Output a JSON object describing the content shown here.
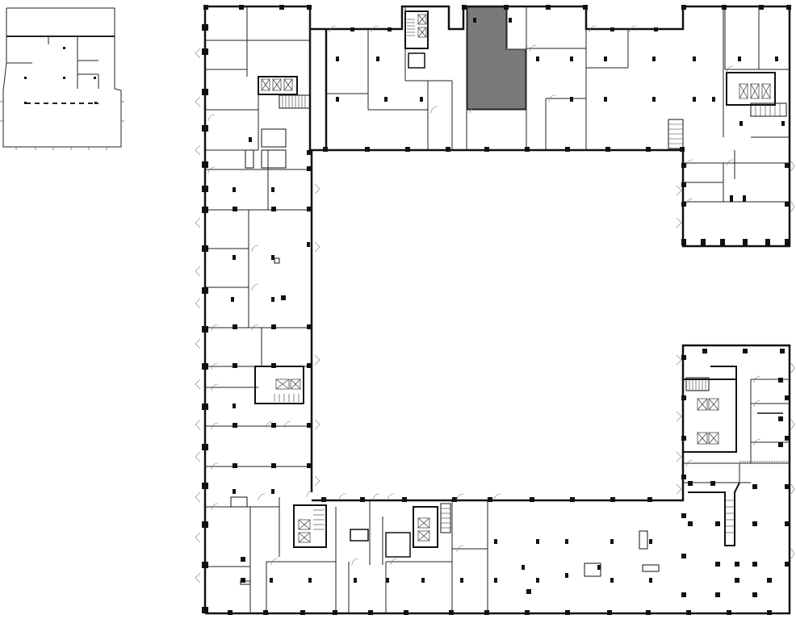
{
  "plan": {
    "colors": {
      "wall": "#111111",
      "thin_line": "#444444",
      "highlight": "#7a7a7a",
      "background": "#ffffff"
    },
    "icons": [
      "door-swing-icon",
      "column-icon",
      "elevator-icon",
      "stair-icon",
      "window-mark-icon"
    ],
    "rooms": [
      {
        "id": "office-a1",
        "label": ""
      },
      {
        "id": "office-a2",
        "label": ""
      },
      {
        "id": "office-top-1",
        "label": ""
      },
      {
        "id": "office-top-2",
        "label": ""
      },
      {
        "id": "office-top-3",
        "label": ""
      },
      {
        "id": "office-top-4",
        "label": ""
      },
      {
        "id": "office-highlighted",
        "label": ""
      },
      {
        "id": "office-top-5",
        "label": ""
      },
      {
        "id": "office-top-6",
        "label": ""
      },
      {
        "id": "office-top-7",
        "label": ""
      },
      {
        "id": "office-top-8",
        "label": ""
      },
      {
        "id": "office-top-9",
        "label": ""
      },
      {
        "id": "office-right-1",
        "label": ""
      },
      {
        "id": "office-right-2",
        "label": ""
      },
      {
        "id": "office-left-1",
        "label": ""
      },
      {
        "id": "office-left-2",
        "label": ""
      },
      {
        "id": "office-left-3",
        "label": ""
      },
      {
        "id": "office-left-4",
        "label": ""
      },
      {
        "id": "office-left-5",
        "label": ""
      },
      {
        "id": "office-left-6",
        "label": ""
      },
      {
        "id": "office-left-7",
        "label": ""
      },
      {
        "id": "office-left-8",
        "label": ""
      },
      {
        "id": "office-bottom-1",
        "label": ""
      },
      {
        "id": "office-bottom-2",
        "label": ""
      },
      {
        "id": "office-bottom-3",
        "label": ""
      },
      {
        "id": "office-bottom-4",
        "label": ""
      },
      {
        "id": "office-bottom-5",
        "label": ""
      },
      {
        "id": "office-east-1",
        "label": ""
      }
    ]
  }
}
